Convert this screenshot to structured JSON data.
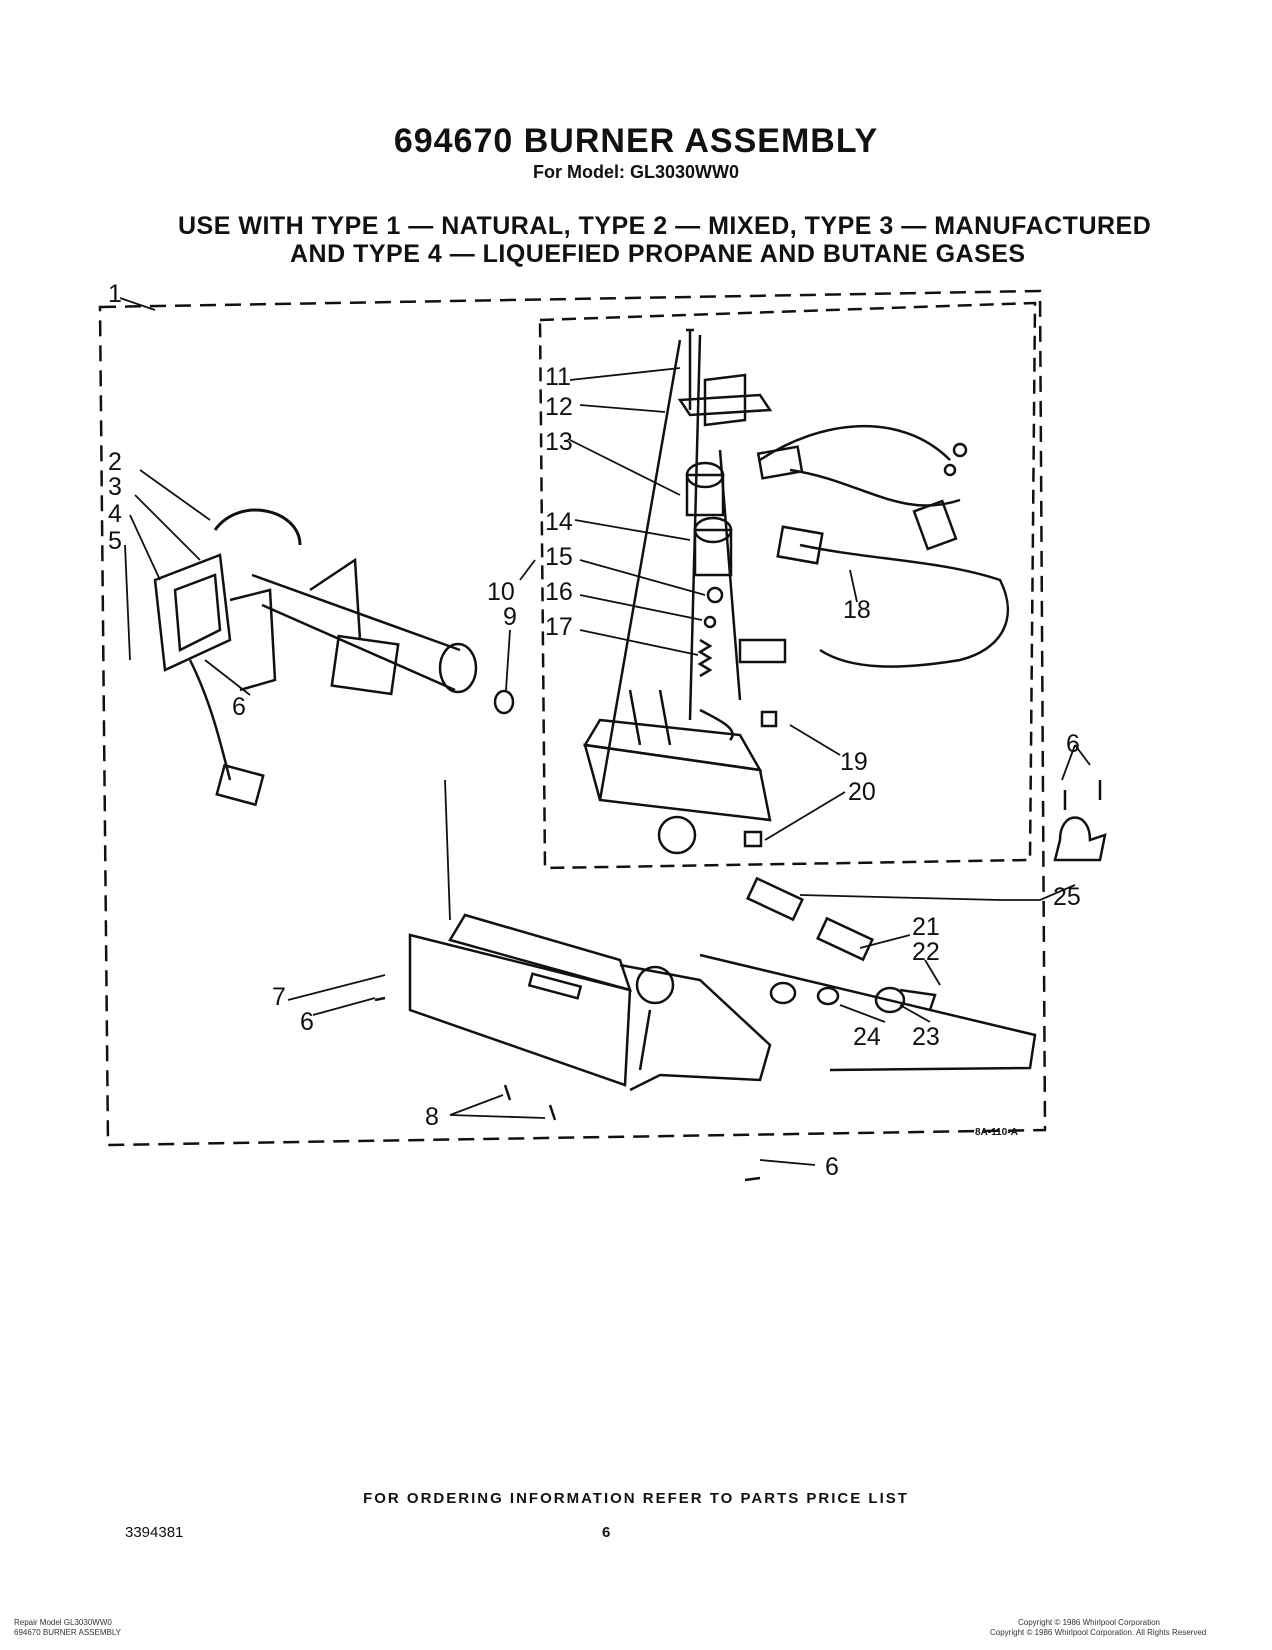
{
  "header": {
    "title": "694670 BURNER ASSEMBLY",
    "model": "For Model: GL3030WW0"
  },
  "usage": {
    "line1": "USE WITH TYPE 1 — NATURAL, TYPE 2 — MIXED, TYPE 3 — MANUFACTURED",
    "line2": "AND TYPE 4 — LIQUEFIED PROPANE AND BUTANE GASES"
  },
  "diagram": {
    "code": "8A-110-A",
    "callouts": [
      "1",
      "2",
      "3",
      "4",
      "5",
      "6",
      "7",
      "8",
      "9",
      "10",
      "11",
      "12",
      "13",
      "14",
      "15",
      "16",
      "17",
      "18",
      "19",
      "20",
      "21",
      "22",
      "23",
      "24",
      "25"
    ]
  },
  "footer": {
    "ordering_note": "FOR ORDERING INFORMATION REFER TO PARTS PRICE LIST",
    "doc_number": "3394381",
    "page_number": "6",
    "left_small_1": "Repair Model GL3030WW0",
    "left_small_2": "694670 BURNER ASSEMBLY",
    "right_small_1": "Copyright © 1986 Whirlpool Corporation",
    "right_small_2": "Copyright © 1986 Whirlpool Corporation. All Rights Reserved"
  }
}
